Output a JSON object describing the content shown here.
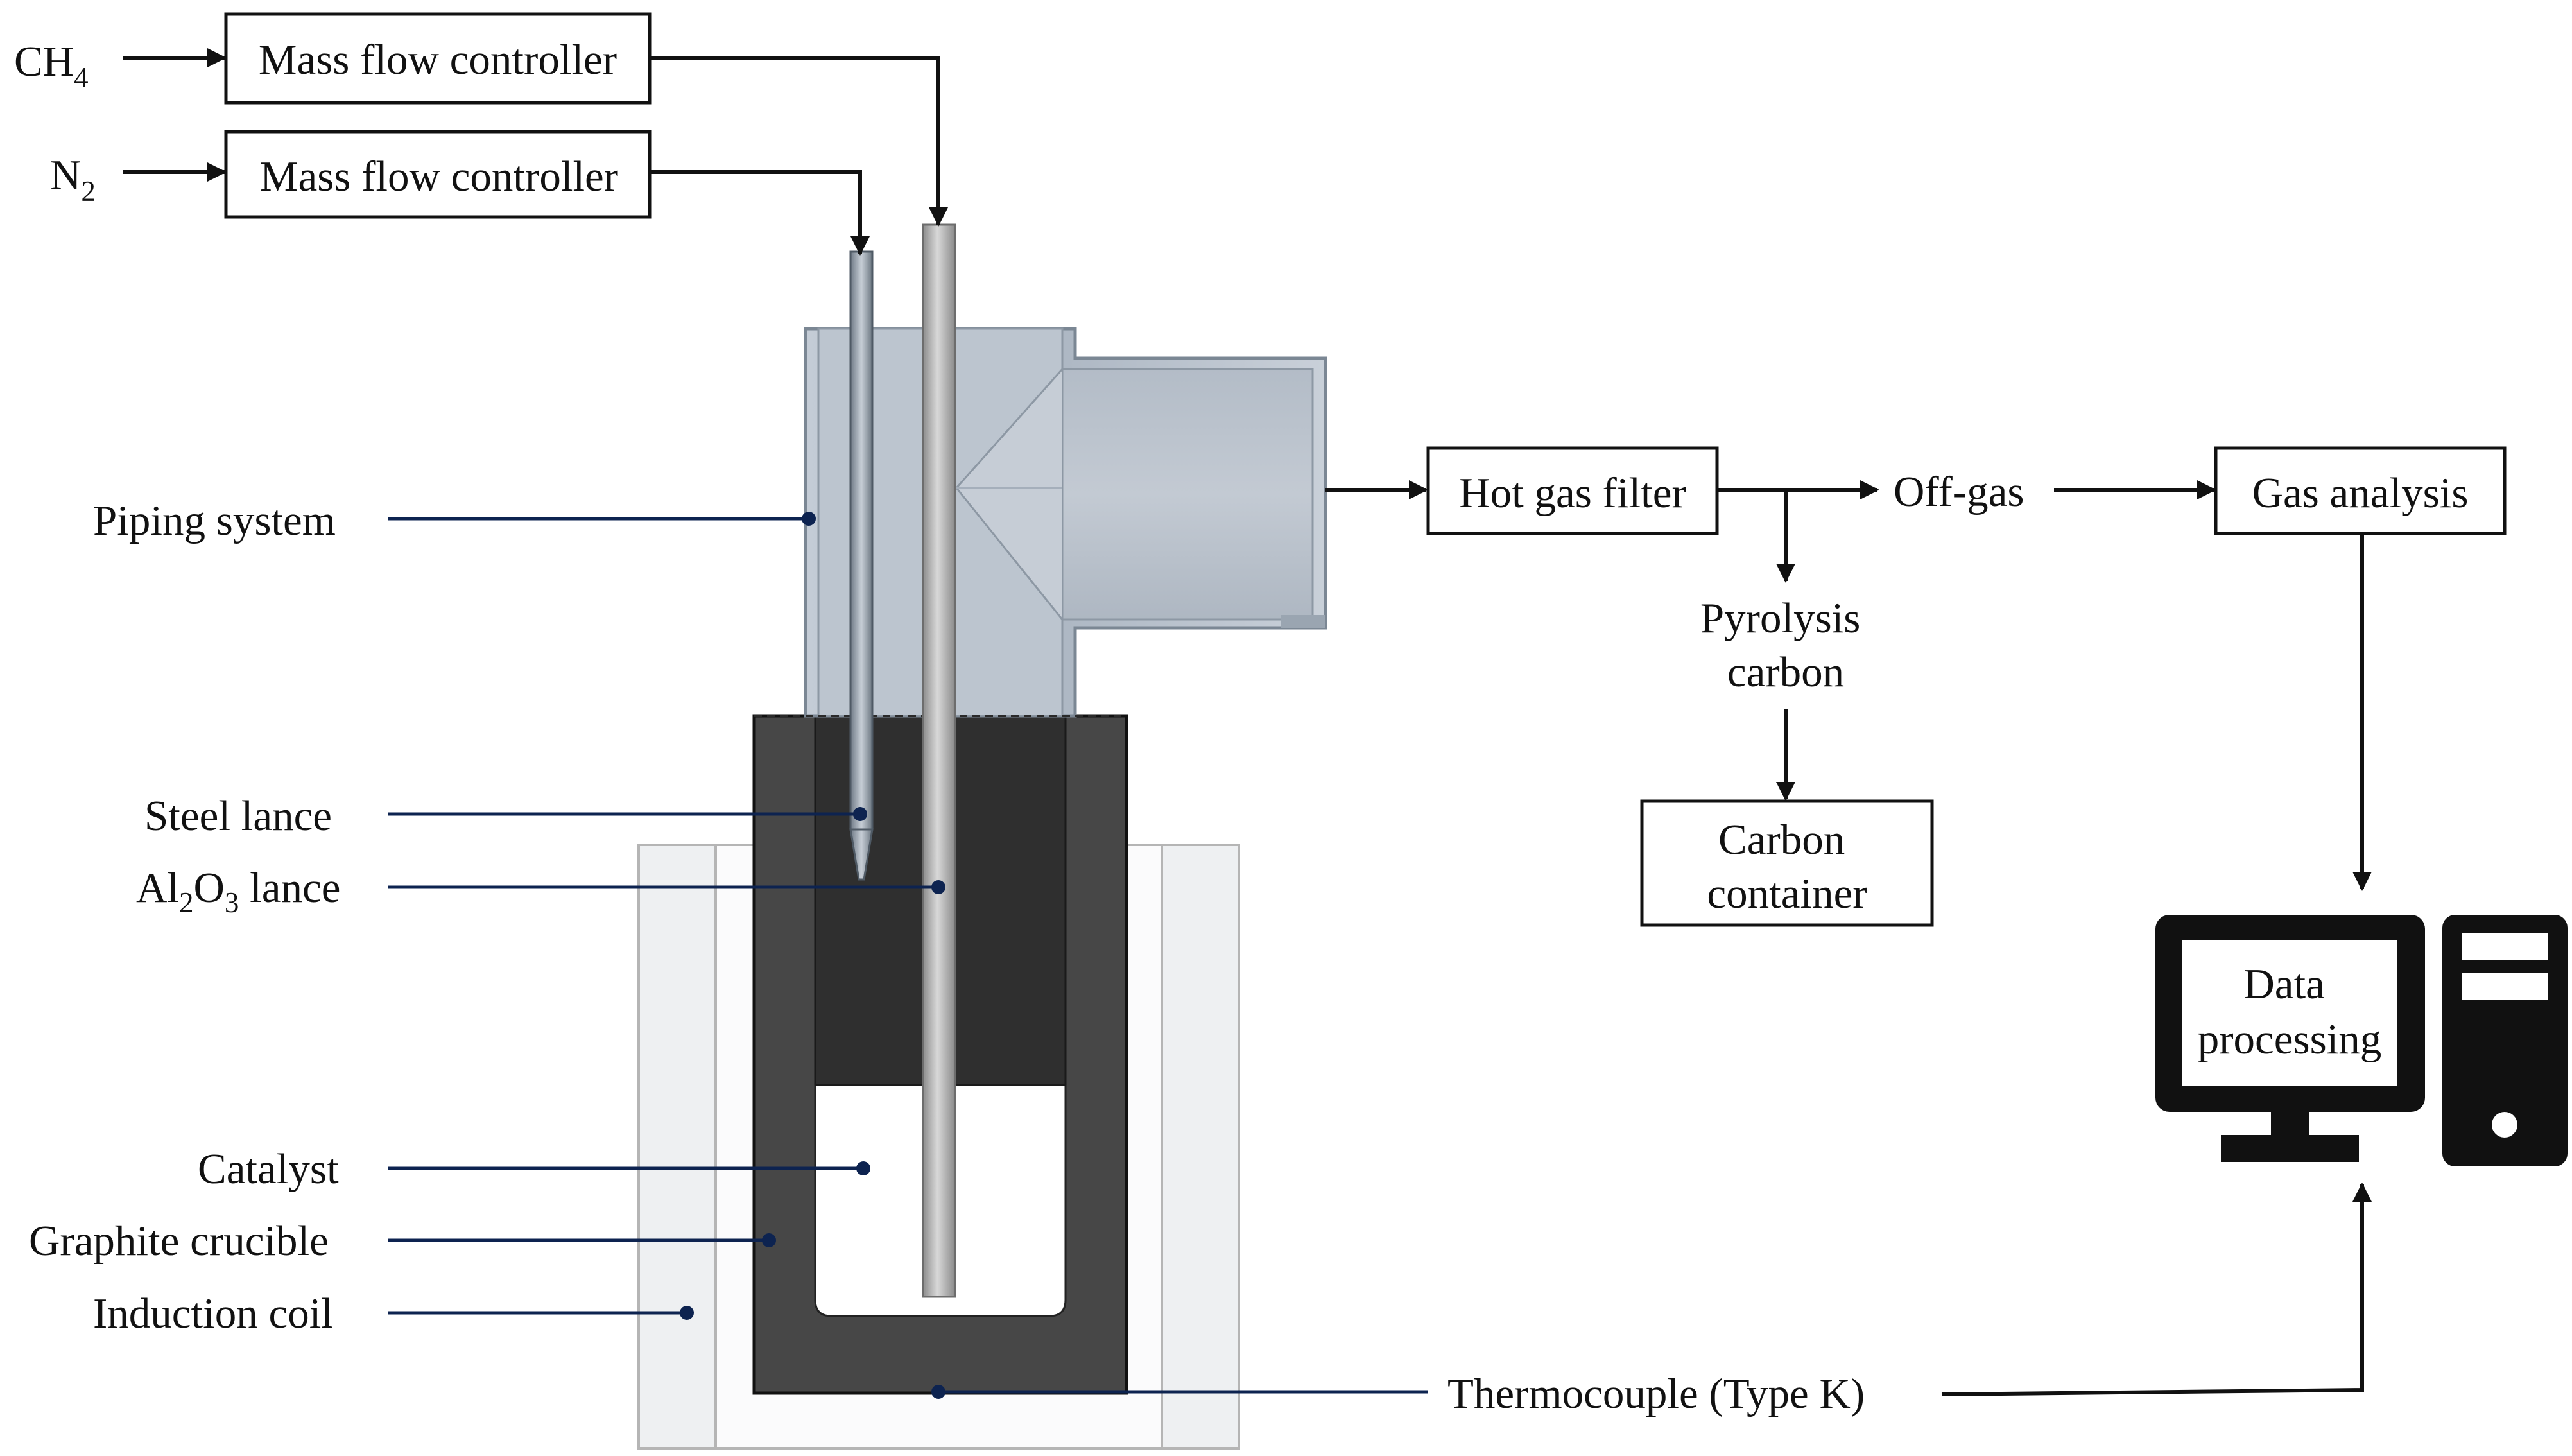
{
  "inputs": {
    "ch4": {
      "main": "CH",
      "sub": "4"
    },
    "n2": {
      "main": "N",
      "sub": "2"
    }
  },
  "boxes": {
    "mfc_top": "Mass flow controller",
    "mfc_bottom": "Mass flow controller",
    "hot_gas_filter": "Hot gas filter",
    "gas_analysis": "Gas analysis",
    "carbon_container": [
      "Carbon",
      "container"
    ],
    "data_processing": [
      "Data",
      "processing"
    ]
  },
  "flow_labels": {
    "off_gas": "Off-gas",
    "pyrolysis_carbon": [
      "Pyrolysis",
      "carbon"
    ],
    "thermocouple": "Thermocouple (Type K)"
  },
  "component_labels": {
    "piping_system": "Piping system",
    "steel_lance": "Steel lance",
    "al2o3_lance": {
      "p1": "Al",
      "s1": "2",
      "p2": "O",
      "s2": "3",
      "p3": " lance"
    },
    "catalyst": "Catalyst",
    "graphite_crucible": "Graphite crucible",
    "induction_coil": "Induction coil"
  },
  "colors": {
    "leader_line": "#0d2350",
    "arrow": "#111111",
    "piping": "#b9c3cf",
    "crucible": "#474747",
    "coil": "#f1f2f4",
    "computer": "#111111"
  }
}
